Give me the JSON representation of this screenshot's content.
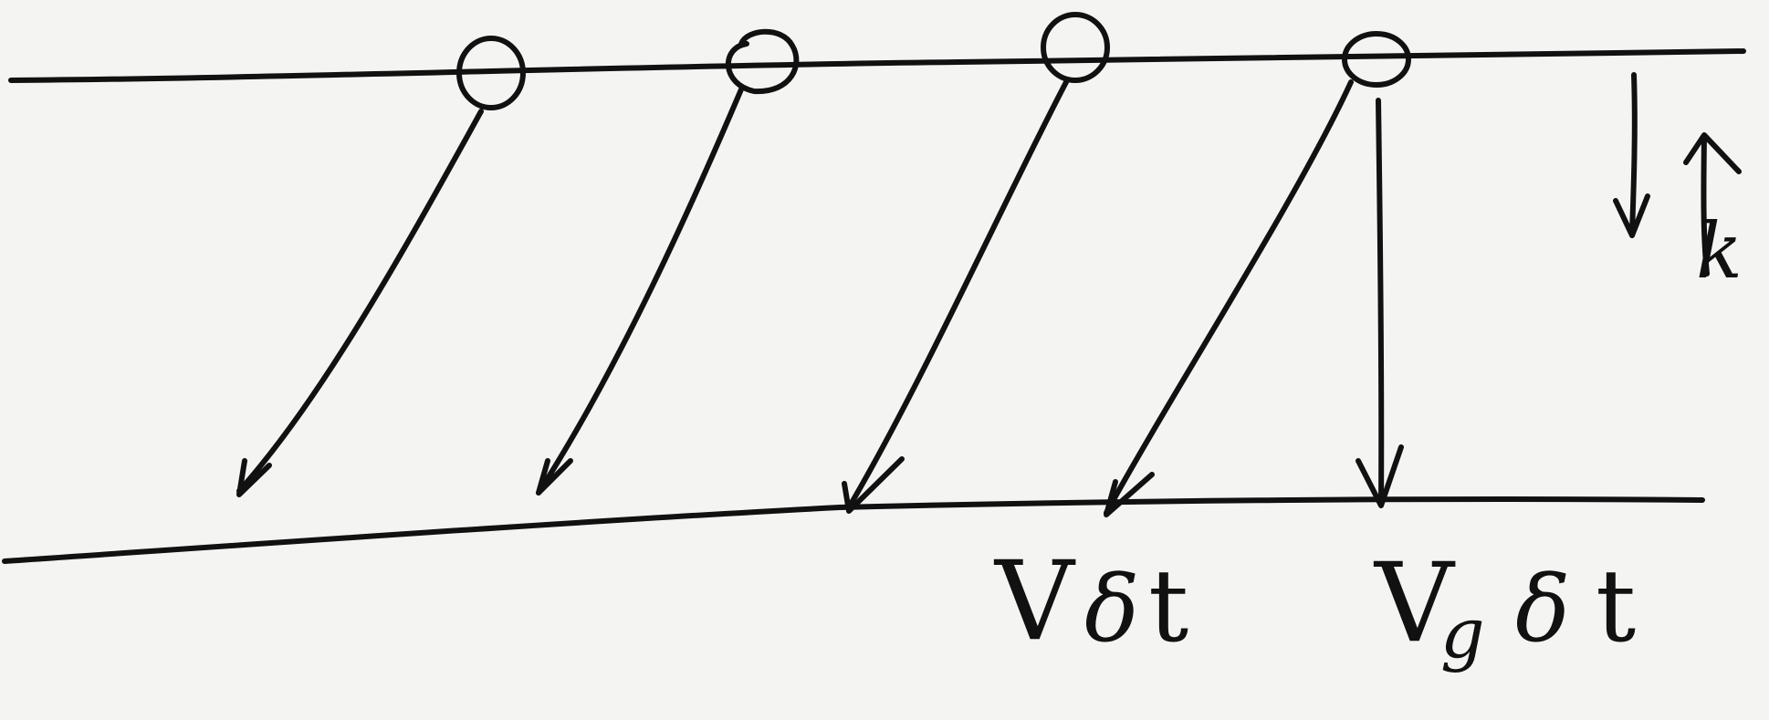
{
  "labels": {
    "v_delta_t": {
      "main": "V",
      "delta": "δ",
      "t": "t"
    },
    "vg_delta_t": {
      "main": "V",
      "subscript": "g",
      "delta": "δ",
      "t": "t"
    },
    "k": "k"
  },
  "colors": {
    "ink": "#111111",
    "paper": "#f4f4f2"
  }
}
